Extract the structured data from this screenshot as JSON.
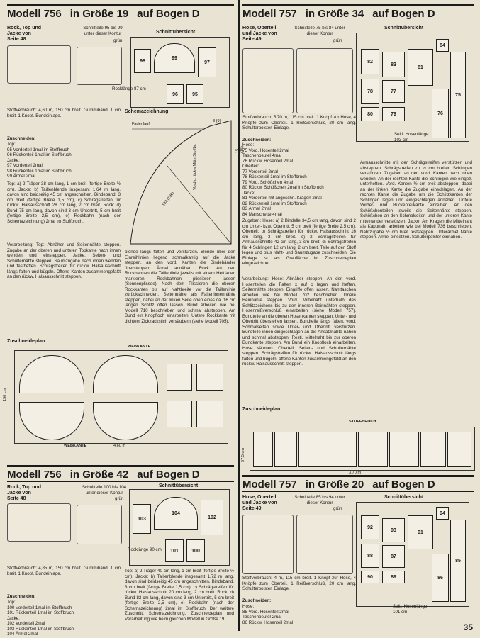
{
  "sections": [
    {
      "model": "Modell 756",
      "size": "in Größe 19",
      "sheet": "auf Bogen D",
      "garments": "Rock, Top und Jacke von Seite 48",
      "pattern_note": "Schnitteile 95 bis 99 unter dieser Kontur",
      "contour": "grün",
      "overview_title": "Schnittübersicht",
      "overview_pieces": [
        "98",
        "99",
        "97",
        "96",
        "95"
      ],
      "length_note": "Rocklänge 87 cm",
      "materials": "Stoffverbrauch: 4,60 m, 150 cm breit. Gummiband, 1 cm breit. 1 Knopf. Bundeinlage.",
      "pieces_title": "Zuschneiden:",
      "pieces": [
        "Top:",
        "95 Vorderteil 1mal im Stoffbruch",
        "96 Rückenteil 1mal im Stoffbruch",
        "Jacke:",
        "97 Vorderteil 2mal",
        "98 Rückenteil 1mal im Stoffbruch",
        "99 Ärmel 2mal"
      ],
      "scheme_title": "Schemazeichnung",
      "scheme_labels": [
        "Fadenlauf",
        "Vord.u.rückw.Mitte Stoffbr.",
        "192 (196)",
        "8 (9)",
        "15 (15)"
      ],
      "layout_title": "Zuschneideplan",
      "layout_labels": [
        "WEBKANTE",
        "WEBKANTE",
        "150 cm",
        "4,60 m"
      ]
    },
    {
      "model": "Modell 757",
      "size": "in Größe 34",
      "sheet": "auf Bogen D",
      "garments": "Hose, Oberteil und Jacke von Seite 49",
      "pattern_note": "Schnitteile 75 bis 84 unter dieser Kontur",
      "contour": "grün",
      "overview_title": "Schnittübersicht",
      "overview_pieces": [
        "82",
        "83",
        "81",
        "84",
        "78",
        "77",
        "80",
        "79",
        "76",
        "75"
      ],
      "length_note": "Seitl. Hosenlänge 103 cm",
      "materials": "Stoffverbrauch: 5,70 m, 115 cm breit. 1 Knopf zur Hose, 4 Knöpfe zum Oberteil. 1 Reißverschluß, 20 cm lang. Schulterpolster. Einlage.",
      "pieces_title": "Zuschneiden:",
      "pieces": [
        "Hose:",
        "75 Vord. Hosenteil 2mal",
        "Taschenbeutel 4mal",
        "76 Rückw. Hosenteil 2mal",
        "Oberteil:",
        "77 Vorderteil 2mal",
        "78 Rückenteil 1mal im Stoffbruch",
        "79 Vord. Schößchen 4mal",
        "80 Rückw. Schößchen 2mal im Stoffbruch",
        "Jacke:",
        "81 Vorderteil mit angeschn. Kragen 2mal",
        "82 Rückenteil 1mal im Stoffbruch",
        "83 Ärmel 2mal",
        "84 Manschette 4mal"
      ],
      "layout_title": "Zuschneideplan",
      "layout_labels": [
        "STOFFBRUCH",
        "57,5 cm",
        "3,70 m"
      ]
    },
    {
      "model": "Modell 756",
      "size": "in Größe 42",
      "sheet": "auf Bogen D",
      "garments": "Rock, Top und Jacke von Seite 48",
      "pattern_note": "Schnitteile 100 bis 104 unter dieser Kontur",
      "contour": "grün",
      "overview_title": "Schnittübersicht",
      "overview_pieces": [
        "103",
        "104",
        "102",
        "101",
        "100"
      ],
      "length_note": "Rocklänge 90 cm",
      "materials": "Stoffverbrauch: 4,85 m, 150 cm breit. Gummiband, 1 cm breit. 1 Knopf. Bundeinlage.",
      "pieces_title": "Zuschneiden:",
      "pieces": [
        "Top:",
        "100 Vorderteil 1mal im Stoffbruch",
        "101 Rückenteil 1mal im Stoffbruch",
        "Jacke:",
        "102 Vorderteil 2mal",
        "103 Rückenteil 1mal im Stoffbruch",
        "104 Ärmel 2mal"
      ]
    },
    {
      "model": "Modell 757",
      "size": "in Größe 20",
      "sheet": "auf Bogen D",
      "garments": "Hose, Oberteil und Jacke von Seite 49",
      "pattern_note": "Schnitteile 85 bis 94 unter dieser Kontur",
      "contour": "grün",
      "overview_title": "Schnittübersicht",
      "overview_pieces": [
        "92",
        "93",
        "91",
        "94",
        "88",
        "87",
        "90",
        "89",
        "86",
        "85"
      ],
      "length_note": "Seitl. Hosenlänge 101 cm",
      "materials": "Stoffverbrauch: 4 m, 115 cm breit. 1 Knopf zur Hose, 4 Knöpfe zum Oberteil. 1 Reißverschluß, 20 cm lang. Schulterpolster. Einlage.",
      "pieces_title": "Zuschneiden:",
      "pieces": [
        "Hose:",
        "85 Vord. Hosenteil 2mal",
        "Taschenbeutel 2mal",
        "86 Rückw. Hosenteil 2mal"
      ]
    }
  ],
  "body_text": {
    "a1": "Top: a) 2 Träger 38 cm lang, 1 cm breit (fertige Breite ½ cm). Jacke: b) Taillenblende insgesamt 1,64 m lang, davon sind beidseitig 45 cm angeschnitten. Bindeband, 3 cm breit (fertige Breite 1,5 cm), c) Schrägstreifen für rückw. Halsausschnitt 28 cm lang, 2 cm breit. Rock: d) Bund 75 cm lang, davon sind 3 cm Untertritt, 5 cm breit (fertige Breite 2,5 cm), e) Rockbahn (nach der Schemazeichnung) 2mal im Stoffbruch.",
    "a2": "Verarbeitung: Top: Abnäher und Seitennähte steppen. Zugabe an der oberen und unteren Topkante nach innen wenden und einsteppen. Jacke: Seiten- und Schulternähte steppen. Saumzugabe nach innen wenden und festheften. Schrägstreifen für rückw. Halsausschnitt längs falten und bügeln. Offene Kanten zusammengefaßt an den rückw. Halsausschnitt steppen.",
    "a3": "blende längs falten und verstürzen. Blende über den Einreihlinien liegend schmalkantig auf die Jacke steppen, an den vord. Kanten die Bindebänder übersteppen. Ärmel annähen. Rock: An den Rockbahnen die Taillenlinie jeweils mit einem Heftfaden markieren. Rockbahnen plissieren lassen (Sonnenplissee). Nach dem Plissieren die oberen Rockkanten bis auf Nahtbreite vor die Taillenlinie zurückschneiden. Seitennähte als Falteninnennähte steppen, dabei an der linken Seite oben eines ca. 16 cm langen Schlitz offen lassen. Bund erbeiten wie bei Modell 710 beschrieben und schmal absteppen. Am Bund ein Knopfloch einarbeiten. Untere Rockkante mit dichtem Zickzackstich versäubern (siehe Modell 705).",
    "b1": "Zugaben: Hose: a) 2 Bindelle 34,5 cm lang, davon sind 2 cm Unter- bzw. Obertritt, 5 cm breit (fertige Breite 2,5 cm). Oberteil: b) Schrägstreifen für rückw. Halsausschnitt 16 cm lang, 3 cm breit. c) 2 Schrägstreifen für Armausschnitte 42 cm lang, 3 cm breit. d) Schrägstreifen für 4 Schlingen 12 cm lang, 2 cm breit. Teile auf den Stoff legen und plus Naht- und Saumzugabe zuschneiden. Die Einlage ist als Graufläche im Zuschneideplan eingezeichnet.",
    "b2": "Verarbeitung: Hose: Abnäher steppen. An den vord. Hosenteilen die Falten x auf o legen und heften. Seitennähte steppen. Eingriffe offen lassen. Nahttaschen arbeiten wie bei Modell 702 beschrieben. Innere Beinnähte steppen. Vord. Mittelnaht unterhalb des Schlitzzeichens bis zu den inneren Beinnähten steppen. Hosenreißverschluß einarbeiten (siehe Modell 757). Bundteile an die oberen Hosenkanten steppen, Unter- und Obertritt überstehen lassen. Bundteile längs falten, vord. Schmalseiten sowie Unter- und Obertritt verstürzen. Bundteile innen eingeschlagen an die Ansatznähte nähen und schmal absteppen. Restl. Mittelnaht bis zur oberen Bundkante steppen. Am Bund ein Knopfloch einarbeiten. Hose säumen. Oberteil: Seiten- und Schulternähte steppen. Schrägstreifen für rückw. Halsausschnitt längs falten und bügeln, offene Kanten zusammengefaßt an den rückw. Halsausschnitt steppen.",
    "b3": "Armausschnitte mit den Schrägstreifen verstürzen und absteppen. Schrägstreifen zu ½ cm breiten Schlingen verstürzen. Zugaben an den vord. Kanten nach innen wenden. An der rechten Kante die Schlingen wie eingez. unterheften. Vord. Kanten ½ cm breit absteppen, dabei an der linken Kante die Zugabe einschlagen. An der rechten Kante die Zugabe um die Schlitzkanten der Schlingen legen und eingeschlagen annähen. Untere Vorder- und Rückenteilkante einreihen. An den Schößchenteilen jeweils die Seitennähte steppen. Schößchen an den Schmalseiten und der unteren Kante miteinander verstürzen. Jacke: Am Kragen die Mittelnaht als Kappnaht arbeiten wie bei Modell 736 beschrieben. Nahtzugabe ½ cm breit feststeppen. Unterärmel Nähte steppen. Armel einsetzen. Schulterpolster einnähen.",
    "c1": "Top: a) 2 Träger 40 cm lang, 1 cm breit (fertige Breite ½ cm). Jacke: b) Taillenblende insgesamt 1,72 m lang, davon sind beidseitig 45 cm angeschnitten. Bindeband, 3 cm breit (fertige Breite 1,5 cm), c) Schrägstreifen für rückw. Halsausschnitt 20 cm lang, 2 cm breit. Rock: d) Bund 82 cm lang, davon sind 3 cm Untertritt, 5 cm breit (fertige Breite 2,5 cm), e) Rockbahn (nach der Schemazeichnung) 2mal im Stoffbruch. Der weitere Zuschnitt, Schemazeichnung, Zuschneideplan und Verarbeitung wie beim gleichen Modell in Größe 19"
  },
  "page_number": "35"
}
